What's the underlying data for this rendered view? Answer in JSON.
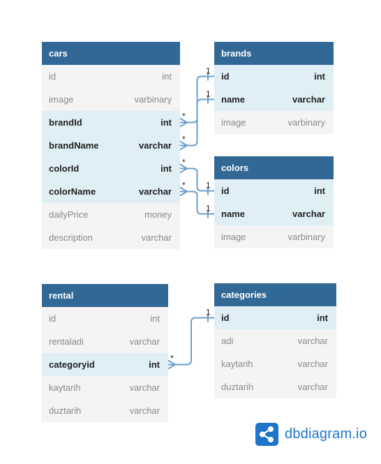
{
  "tables": [
    {
      "id": "cars",
      "name": "cars",
      "fields": [
        {
          "name": "id",
          "type": "int",
          "highlight": false
        },
        {
          "name": "image",
          "type": "varbinary",
          "highlight": false
        },
        {
          "name": "brandId",
          "type": "int",
          "highlight": true
        },
        {
          "name": "brandName",
          "type": "varchar",
          "highlight": true
        },
        {
          "name": "colorId",
          "type": "int",
          "highlight": true
        },
        {
          "name": "colorName",
          "type": "varchar",
          "highlight": true
        },
        {
          "name": "dailyPrice",
          "type": "money",
          "highlight": false
        },
        {
          "name": "description",
          "type": "varchar",
          "highlight": false
        }
      ]
    },
    {
      "id": "brands",
      "name": "brands",
      "fields": [
        {
          "name": "id",
          "type": "int",
          "highlight": true
        },
        {
          "name": "name",
          "type": "varchar",
          "highlight": true
        },
        {
          "name": "image",
          "type": "varbinary",
          "highlight": false
        }
      ]
    },
    {
      "id": "colors",
      "name": "colors",
      "fields": [
        {
          "name": "id",
          "type": "int",
          "highlight": true
        },
        {
          "name": "name",
          "type": "varchar",
          "highlight": true
        },
        {
          "name": "image",
          "type": "varbinary",
          "highlight": false
        }
      ]
    },
    {
      "id": "rental",
      "name": "rental",
      "fields": [
        {
          "name": "id",
          "type": "int",
          "highlight": false
        },
        {
          "name": "rentaladi",
          "type": "varchar",
          "highlight": false
        },
        {
          "name": "categoryid",
          "type": "int",
          "highlight": true
        },
        {
          "name": "kaytarih",
          "type": "varchar",
          "highlight": false
        },
        {
          "name": "duztarih",
          "type": "varchar",
          "highlight": false
        }
      ]
    },
    {
      "id": "categories",
      "name": "categories",
      "fields": [
        {
          "name": "id",
          "type": "int",
          "highlight": true
        },
        {
          "name": "adi",
          "type": "varchar",
          "highlight": false
        },
        {
          "name": "kaytarih",
          "type": "varchar",
          "highlight": false
        },
        {
          "name": "duztarih",
          "type": "varchar",
          "highlight": false
        }
      ]
    }
  ],
  "relations": [
    {
      "from": "cars.brandId",
      "to": "brands.id",
      "from_card": "*",
      "to_card": "1"
    },
    {
      "from": "cars.brandName",
      "to": "brands.name",
      "from_card": "*",
      "to_card": "1"
    },
    {
      "from": "cars.colorId",
      "to": "colors.id",
      "from_card": "*",
      "to_card": "1"
    },
    {
      "from": "cars.colorName",
      "to": "colors.name",
      "from_card": "*",
      "to_card": "1"
    },
    {
      "from": "rental.categoryid",
      "to": "categories.id",
      "from_card": "*",
      "to_card": "1"
    }
  ],
  "colors": {
    "header": "#316896",
    "highlight_row": "#e0eef6",
    "row": "#f4f4f4",
    "edge": "#6c9fcb",
    "brand": "#1d74c9"
  },
  "logo": {
    "text": "dbdiagram.io",
    "icon": "share-nodes-icon"
  }
}
